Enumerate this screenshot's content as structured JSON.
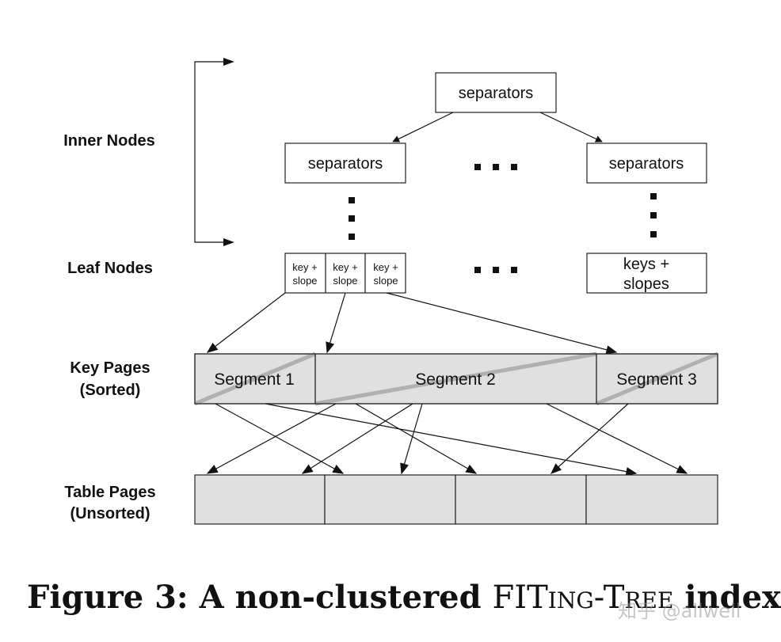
{
  "labels": {
    "inner_nodes": "Inner Nodes",
    "leaf_nodes": "Leaf Nodes",
    "key_pages_1": "Key Pages",
    "key_pages_2": "(Sorted)",
    "table_pages_1": "Table Pages",
    "table_pages_2": "(Unsorted)"
  },
  "inner": {
    "root": "separators",
    "left": "separators",
    "right": "separators",
    "ellipsis": "..."
  },
  "leaf": {
    "cells": [
      {
        "line1": "key +",
        "line2": "slope"
      },
      {
        "line1": "key +",
        "line2": "slope"
      },
      {
        "line1": "key +",
        "line2": "slope"
      }
    ],
    "ellipsis": "...",
    "right_line1": "keys +",
    "right_line2": "slopes"
  },
  "segments": [
    "Segment 1",
    "Segment 2",
    "Segment 3"
  ],
  "caption": {
    "prefix": "Figure 3: A non-clustered ",
    "name": "FITing-Tree",
    "suffix": " index"
  },
  "watermark": "知乎 @allwell",
  "colors": {
    "page_fill": "#e0e0e0",
    "slope_line": "#b0b0b0"
  }
}
